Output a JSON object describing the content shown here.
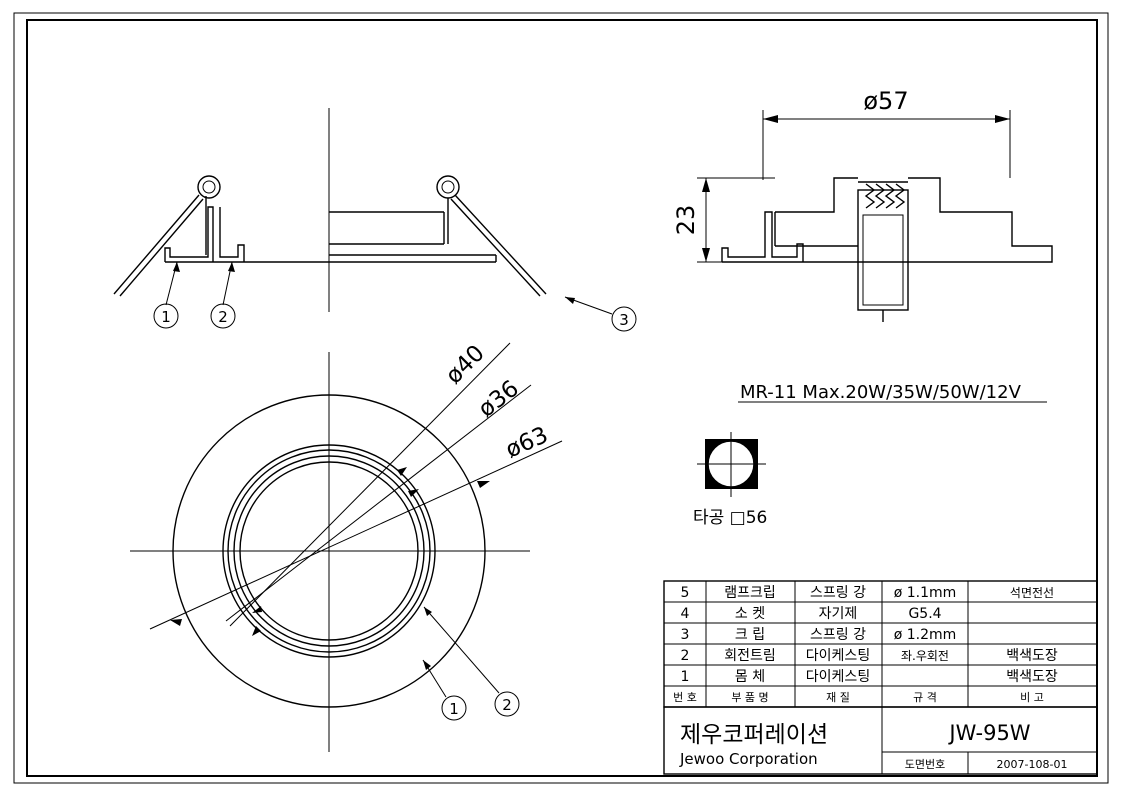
{
  "dimensions": {
    "d57": "ø57",
    "h23": "23",
    "d40": "ø40",
    "d36": "ø36",
    "d63": "ø63"
  },
  "callouts": [
    "1",
    "2",
    "3"
  ],
  "spec_note": "MR-11 Max.20W/35W/50W/12V",
  "cutout": "타공 □56",
  "parts_table": {
    "rows": [
      {
        "no": "5",
        "name": "램프크립",
        "material": "스프링 강",
        "spec": "ø 1.1mm",
        "remark": "석면전선"
      },
      {
        "no": "4",
        "name": "소 켓",
        "material": "자기제",
        "spec": "G5.4",
        "remark": ""
      },
      {
        "no": "3",
        "name": "크 립",
        "material": "스프링 강",
        "spec": "ø 1.2mm",
        "remark": ""
      },
      {
        "no": "2",
        "name": "회전트림",
        "material": "다이케스팅",
        "spec": "좌.우회전",
        "remark": "백색도장"
      },
      {
        "no": "1",
        "name": "몸 체",
        "material": "다이케스팅",
        "spec": "",
        "remark": "백색도장"
      }
    ],
    "header": {
      "no": "번 호",
      "name": "부 품 명",
      "material": "재 질",
      "spec": "규 격",
      "remark": "비 고"
    }
  },
  "title_block": {
    "company_kr": "제우코퍼레이션",
    "company_en": "Jewoo Corporation",
    "model": "JW-95W",
    "drawing_no_label": "도면번호",
    "drawing_no": "2007-108-01"
  }
}
